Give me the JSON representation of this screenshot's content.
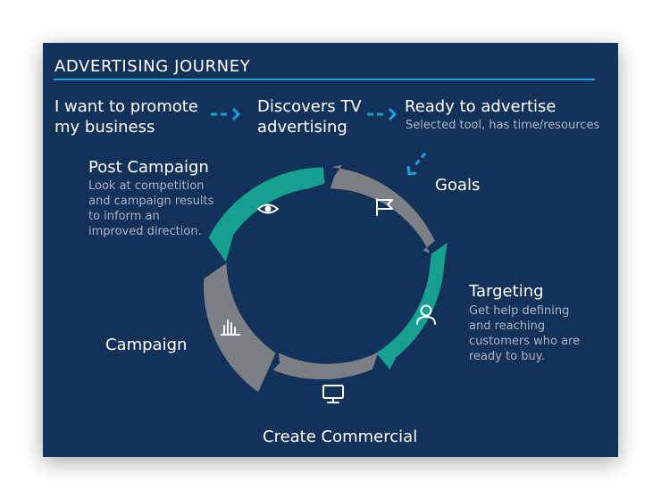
{
  "header": {
    "title": "ADVERTISING JOURNEY"
  },
  "journey": [
    {
      "text": "I want to promote\nmy business"
    },
    {
      "text": "Discovers TV\nadvertising"
    },
    {
      "text": "Ready to advertise",
      "detail": "Selected tool, has time/resources"
    }
  ],
  "cycle": [
    {
      "label": "Goals",
      "icon": "flag-icon"
    },
    {
      "label": "Targeting",
      "description": "Get help defining\nand reaching\ncustomers who are\nready to buy.",
      "icon": "person-icon"
    },
    {
      "label": "Create Commercial",
      "icon": "monitor-icon"
    },
    {
      "label": "Campaign",
      "icon": "bar-chart-icon"
    },
    {
      "label": "Post Campaign",
      "description": "Look at competition\nand campaign results\nto inform an\nimproved direction.",
      "icon": "eye-icon"
    }
  ],
  "colors": {
    "background": "#133259",
    "accent_line": "#1aa2e6",
    "arrow": "#1a9fe2",
    "segment_gray": "#7c7f83",
    "segment_teal": "#15a08f",
    "white": "#ffffff",
    "muted_text": "#a8b4c6"
  }
}
